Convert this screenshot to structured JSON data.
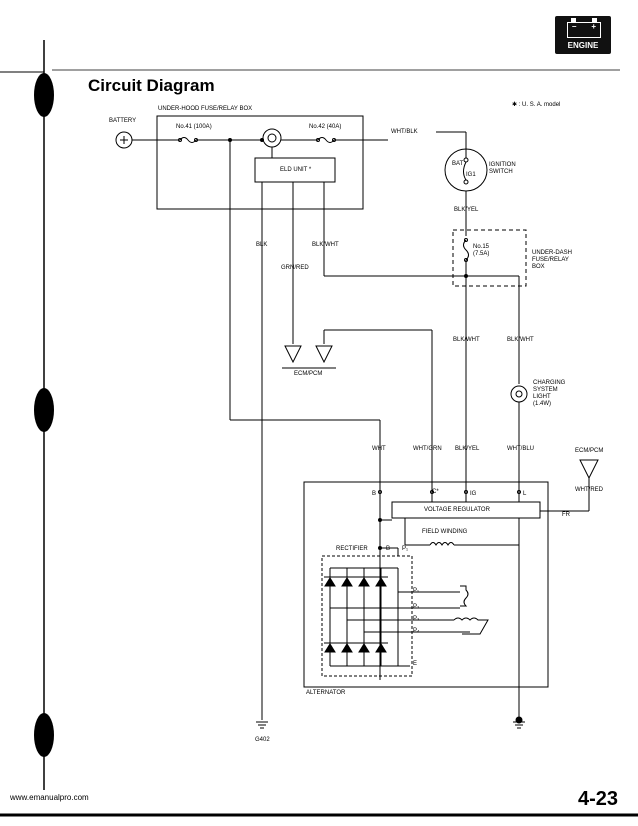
{
  "header": {
    "section_badge": "ENGINE",
    "battery_minus": "–",
    "battery_plus": "+",
    "title": "Circuit Diagram",
    "model_note": "✱ : U. S. A. model"
  },
  "diagram": {
    "labels": {
      "underhood_box": "UNDER-HOOD FUSE/RELAY BOX",
      "battery": "BATTERY",
      "fuse41": "No.41 (100A)",
      "fuse42": "No.42 (40A)",
      "wht_blk": "WHT/BLK",
      "eld_unit": "ELD UNIT *",
      "bat": "BAT",
      "ig1": "IG1",
      "ignition_switch_1": "IGNITION",
      "ignition_switch_2": "SWITCH",
      "blk_yel_top": "BLK/YEL",
      "fuse15_1": "No.15",
      "fuse15_2": "(7.5A)",
      "underdash_1": "UNDER-DASH",
      "underdash_2": "FUSE/RELAY",
      "underdash_3": "BOX",
      "blk": "BLK",
      "blk_wht_eld": "BLK/WHT",
      "grn_red": "GRN/RED",
      "blk_wht_mid": "BLK/WHT",
      "blk_wht_right": "BLK/WHT",
      "ecm_pcm": "ECM/PCM",
      "charging_1": "CHARGING",
      "charging_2": "SYSTEM",
      "charging_3": "LIGHT",
      "charging_4": "(1.4W)",
      "wht": "WHT",
      "wht_grn": "WHT/GRN",
      "blk_yel_low": "BLK/YEL",
      "wht_blu": "WHT/BLU",
      "ecm_pcm_right": "ECM/PCM",
      "wht_red": "WHT/RED",
      "term_b": "B",
      "term_c": "C*",
      "term_ig": "IG",
      "term_l": "L",
      "voltage_regulator": "VOLTAGE REGULATOR",
      "term_fr": "FR",
      "field_winding": "FIELD WINDING",
      "rectifier": "RECTIFIER",
      "rect_b": "B",
      "rect_p1": "P₁",
      "p1": "P₁",
      "p2": "P₂",
      "p3": "P₃",
      "p4": "P₄",
      "term_e": "E",
      "alternator": "ALTERNATOR",
      "g402": "G402"
    }
  },
  "footer": {
    "site": "www.emanualpro.com",
    "page_number": "4-23"
  }
}
